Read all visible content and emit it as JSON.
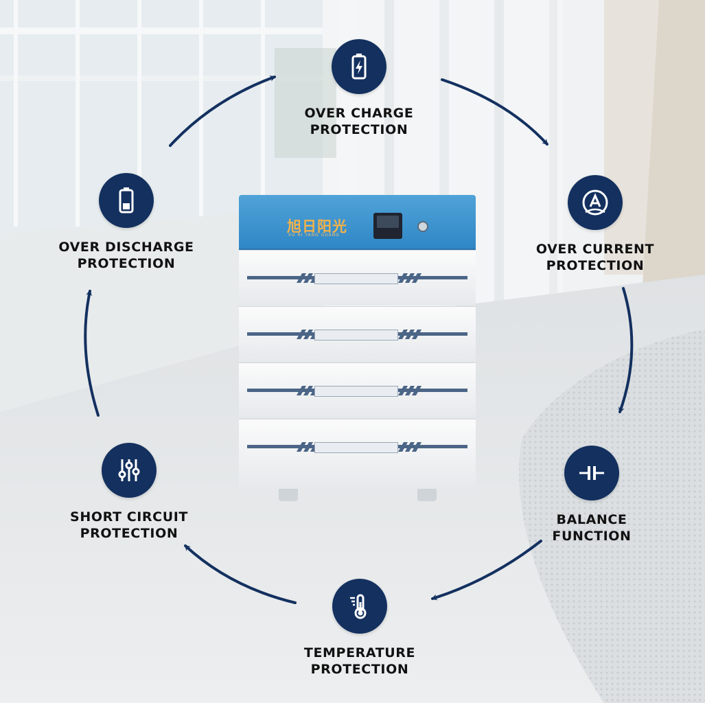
{
  "features": [
    {
      "key": "over_charge",
      "lines": [
        "OVER CHARGE",
        "PROTECTION"
      ],
      "icon": "battery-charging-icon"
    },
    {
      "key": "over_current",
      "lines": [
        "OVER CURRENT",
        "PROTECTION"
      ],
      "icon": "ammeter-icon"
    },
    {
      "key": "balance",
      "lines": [
        "BALANCE",
        "FUNCTION"
      ],
      "icon": "capacitor-icon"
    },
    {
      "key": "temperature",
      "lines": [
        "TEMPERATURE",
        "PROTECTION"
      ],
      "icon": "thermometer-icon"
    },
    {
      "key": "short_circuit",
      "lines": [
        "SHORT CIRCUIT",
        "PROTECTION"
      ],
      "icon": "sliders-icon"
    },
    {
      "key": "over_discharge",
      "lines": [
        "OVER DISCHARGE",
        "PROTECTION"
      ],
      "icon": "battery-low-icon"
    }
  ],
  "product": {
    "brand_logo": "旭日阳光",
    "brand_sub": "XU RI YANG GUANG"
  },
  "colors": {
    "badge": "#13305f",
    "arrow": "#13305f",
    "label": "#111111",
    "battery_top": "#3a91cf",
    "logo": "#f3b24a"
  }
}
